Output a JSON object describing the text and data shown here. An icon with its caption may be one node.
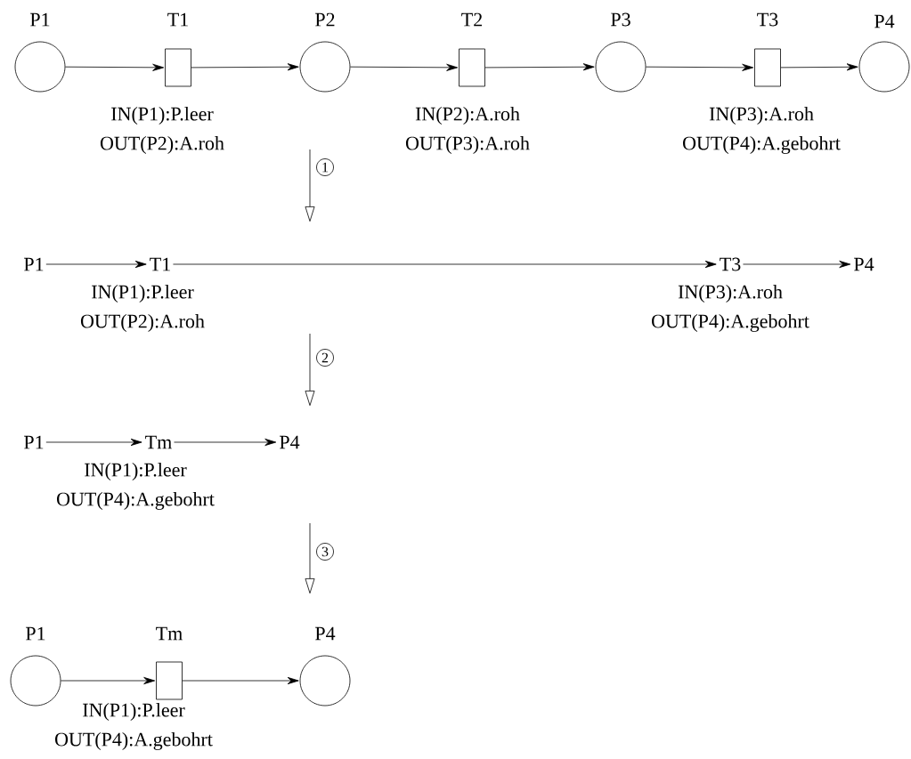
{
  "diagram": {
    "nodes": [
      {
        "text": [
          "P1"
        ]
      },
      {
        "text": [
          "T1"
        ],
        "beside": [
          "IN(P1):P.leer",
          "OUT(P2):A.roh"
        ]
      },
      {
        "text": [
          "P2"
        ]
      },
      {
        "text": [
          "T2"
        ],
        "beside": [
          "IN(P2):A.roh",
          "OUT(P3):A.roh"
        ]
      },
      {
        "text": [
          "P3"
        ]
      },
      {
        "text": [
          "T3"
        ],
        "beside": [
          "IN(P3):A.roh",
          "OUT(P4):A.gebohrt"
        ]
      },
      {
        "text": [
          "P4"
        ]
      },
      {
        "text": [
          "P1"
        ]
      },
      {
        "text": [
          "T1"
        ],
        "beside": [
          "IN(P1):P.leer",
          "OUT(P2):A.roh"
        ]
      },
      {
        "text": [
          "T3"
        ],
        "beside": [
          "IN(P3):A.roh",
          "OUT(P4):A.gebohrt"
        ]
      },
      {
        "text": [
          "P4"
        ]
      },
      {
        "text": [
          "P1"
        ]
      },
      {
        "text": [
          "Tm"
        ],
        "beside": [
          "IN(P1):P.leer",
          "OUT(P4):A.gebohrt"
        ]
      },
      {
        "text": [
          "P4"
        ]
      },
      {
        "text": [
          "P1"
        ]
      },
      {
        "text": [
          "Tm"
        ],
        "beside": [
          "IN(P1):P.leer",
          "OUT(P4):A.gebohrt"
        ]
      },
      {
        "text": [
          "P4"
        ]
      }
    ],
    "edges": [
      {
        "from": 0,
        "to": 1,
        "arrow": "to"
      },
      {
        "from": 1,
        "to": 2,
        "arrow": "to"
      },
      {
        "from": 2,
        "to": 3,
        "arrow": "to"
      },
      {
        "from": 3,
        "to": 4,
        "arrow": "to"
      },
      {
        "from": 4,
        "to": 5,
        "arrow": "to"
      },
      {
        "from": 5,
        "to": 6,
        "arrow": "to"
      },
      {
        "from": 7,
        "to": 8,
        "arrow": "to"
      },
      {
        "from": 8,
        "to": 9,
        "arrow": "to"
      },
      {
        "from": 9,
        "to": 10,
        "arrow": "to"
      },
      {
        "from": 11,
        "to": 12,
        "arrow": "to"
      },
      {
        "from": 12,
        "to": 13,
        "arrow": "to"
      },
      {
        "from": 14,
        "to": 15,
        "arrow": "to"
      },
      {
        "from": 15,
        "to": 16,
        "arrow": "to"
      }
    ],
    "labels": [
      "1",
      "2",
      "3"
    ]
  }
}
